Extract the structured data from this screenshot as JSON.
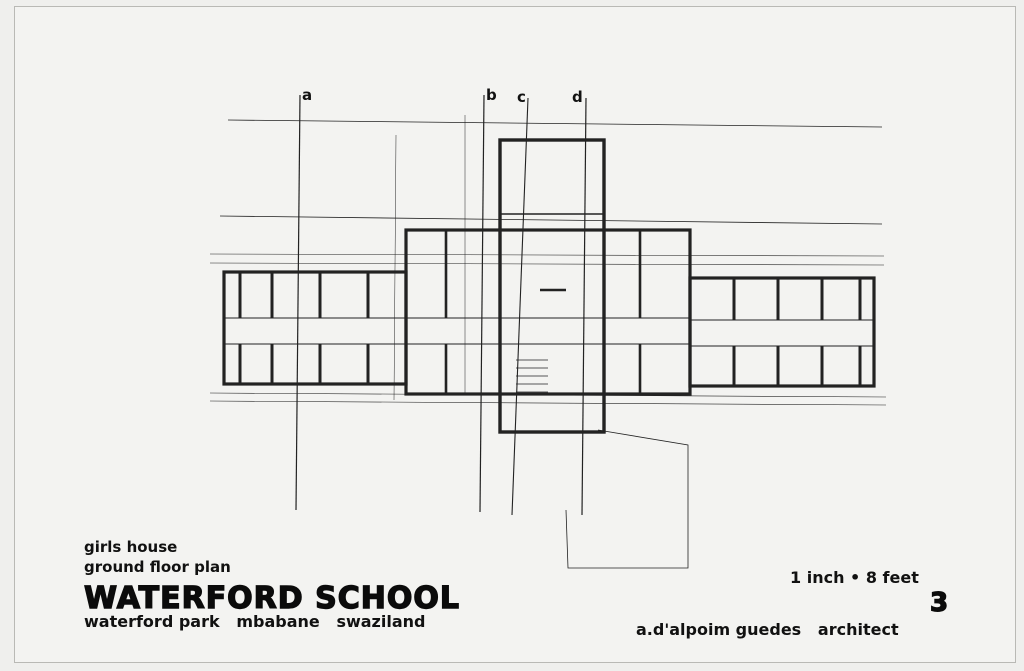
{
  "sections": [
    "a",
    "b",
    "c",
    "d"
  ],
  "title_block": {
    "line1": "girls house",
    "line2": "ground floor plan",
    "school": "WATERFORD SCHOOL",
    "location": "waterford park   mbabane   swaziland",
    "scale": "1 inch • 8 feet",
    "sheet_number": "3",
    "architect": "a.d'alpoim guedes   architect"
  },
  "colors": {
    "paper": "#f3f3f1",
    "ink": "#111111"
  }
}
